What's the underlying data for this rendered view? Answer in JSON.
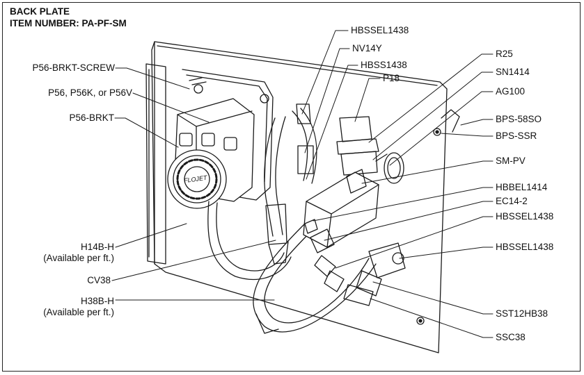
{
  "heading": {
    "line1": "BACK PLATE",
    "line2": "ITEM NUMBER: PA-PF-SM"
  },
  "labels": {
    "p56_brkt_screw": "P56-BRKT-SCREW",
    "p56_options": "P56, P56K, or P56V",
    "p56_brkt": "P56-BRKT",
    "h14b_h": "H14B-H",
    "h14b_h_note": "(Available per ft.)",
    "cv38": "CV38",
    "h38b_h": "H38B-H",
    "h38b_h_note": "(Available per ft.)",
    "hbssel1438_top": "HBSSEL1438",
    "nv14y": "NV14Y",
    "hbss1438": "HBSS1438",
    "p18": "P18",
    "r25": "R25",
    "sn1414": "SN1414",
    "ag100": "AG100",
    "bps_58so": "BPS-58SO",
    "bps_ssr": "BPS-SSR",
    "sm_pv": "SM-PV",
    "hbbel1414": "HBBEL1414",
    "ec14_2": "EC14-2",
    "hbssel1438_mid": "HBSSEL1438",
    "hbssel1438_low": "HBSSEL1438",
    "sst12hb38": "SST12HB38",
    "ssc38": "SSC38"
  },
  "pump_brand": "FLOJET",
  "line_color": "#1a1a1a"
}
